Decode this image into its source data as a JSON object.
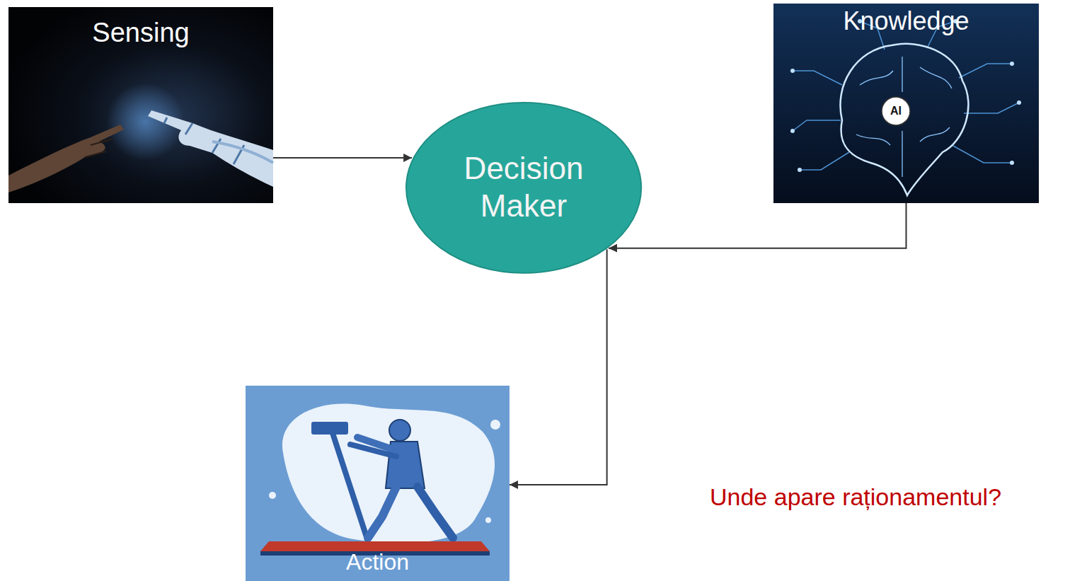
{
  "diagram": {
    "nodes": [
      {
        "text": [
          "Sensing"
        ]
      },
      {
        "text": [
          "Decision Maker"
        ]
      },
      {
        "text": [
          "Knowledge"
        ]
      },
      {
        "text": [
          "Action"
        ]
      }
    ],
    "edges": [
      {
        "from": 0,
        "to": 1,
        "arrow": "to"
      },
      {
        "from": 2,
        "to": 1,
        "arrow": "to"
      },
      {
        "from": 1,
        "to": 3,
        "arrow": "to"
      }
    ],
    "labels": [
      "AI",
      "Unde apare raționamentul?"
    ]
  }
}
